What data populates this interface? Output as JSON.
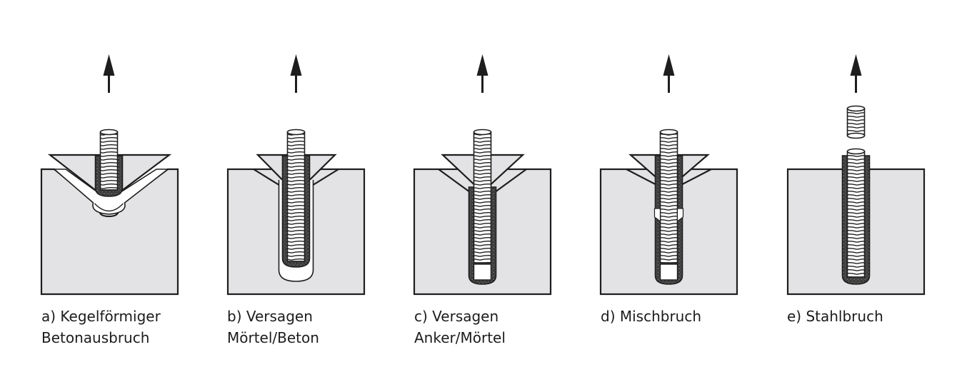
{
  "panels": [
    {
      "id": "a",
      "failure_mode": "cone",
      "caption_lines": [
        "a) Kegelförmiger",
        "Betonausbruch"
      ]
    },
    {
      "id": "b",
      "failure_mode": "mortar-concrete",
      "caption_lines": [
        "b) Versagen",
        "Mörtel/Beton"
      ]
    },
    {
      "id": "c",
      "failure_mode": "anchor-mortar",
      "caption_lines": [
        "c) Versagen",
        "Anker/Mörtel"
      ]
    },
    {
      "id": "d",
      "failure_mode": "mixed",
      "caption_lines": [
        "d) Mischbruch"
      ]
    },
    {
      "id": "e",
      "failure_mode": "steel",
      "caption_lines": [
        "e) Stahlbruch"
      ]
    }
  ],
  "colors": {
    "concrete": "#e3e3e5",
    "outline": "#1e1e1e",
    "mortar": "#3b3b3b",
    "rod": "#ffffff",
    "thread": "#1e1e1e"
  },
  "icons": {
    "pull_direction": "arrow-up-icon"
  }
}
